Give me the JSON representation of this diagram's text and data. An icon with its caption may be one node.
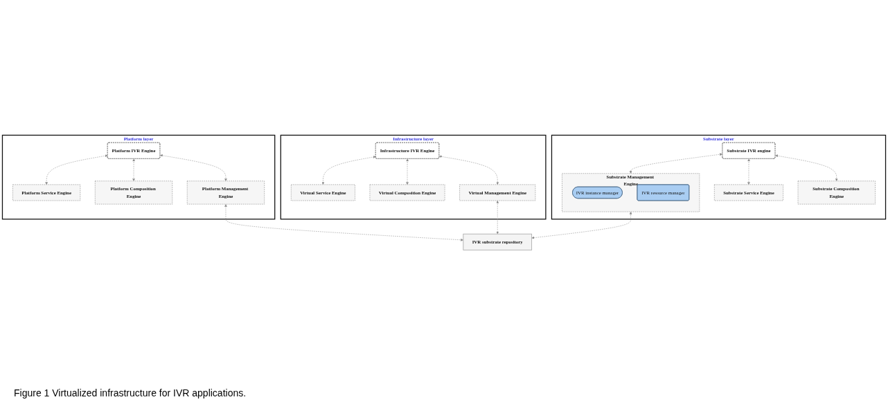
{
  "diagram": {
    "caption": "Figure 1 Virtualized infrastructure for IVR applications.",
    "nodes": [
      {
        "text": [
          "Platform layer"
        ]
      },
      {
        "text": [
          "Platform IVR Engine"
        ],
        "in": 0
      },
      {
        "text": [
          "Platform Service Engine"
        ],
        "in": 0
      },
      {
        "text": [
          "Platform Composition Engine"
        ],
        "in": 0
      },
      {
        "text": [
          "Platform Management Engine"
        ],
        "in": 0
      },
      {
        "text": [
          "Infrastructure layer"
        ]
      },
      {
        "text": [
          "Infrastructure IVR Engine"
        ],
        "in": 5
      },
      {
        "text": [
          "Virtual Service Engine"
        ],
        "in": 5
      },
      {
        "text": [
          "Virtual Composition Engine"
        ],
        "in": 5
      },
      {
        "text": [
          "Virtual Management Engine"
        ],
        "in": 5
      },
      {
        "text": [
          "Substrate layer"
        ]
      },
      {
        "text": [
          "Substrate IVR engine"
        ],
        "in": 10
      },
      {
        "text": [
          "Substrate Service Engine"
        ],
        "in": 10
      },
      {
        "text": [
          "Substrate Composition Engine"
        ],
        "in": 10
      },
      {
        "text": [
          "Substrate Management Engine"
        ],
        "in": 10
      },
      {
        "text": [
          "IVR instance manager"
        ],
        "in": 14
      },
      {
        "text": [
          "IVR resource manager"
        ],
        "in": 14
      },
      {
        "text": [
          "IVR substrate repository"
        ]
      }
    ],
    "edges": [
      {
        "from": 1,
        "to": 2,
        "arrow": "both",
        "style": "dashed"
      },
      {
        "from": 1,
        "to": 3,
        "arrow": "both",
        "style": "dashed"
      },
      {
        "from": 1,
        "to": 4,
        "arrow": "both",
        "style": "dashed"
      },
      {
        "from": 4,
        "to": 17,
        "arrow": "both",
        "style": "dashed"
      },
      {
        "from": 6,
        "to": 7,
        "arrow": "both",
        "style": "dashed"
      },
      {
        "from": 6,
        "to": 8,
        "arrow": "both",
        "style": "dashed"
      },
      {
        "from": 6,
        "to": 9,
        "arrow": "both",
        "style": "dashed"
      },
      {
        "from": 9,
        "to": 17,
        "arrow": "both",
        "style": "dashed"
      },
      {
        "from": 11,
        "to": 12,
        "arrow": "both",
        "style": "dashed"
      },
      {
        "from": 11,
        "to": 13,
        "arrow": "both",
        "style": "dashed"
      },
      {
        "from": 11,
        "to": 14,
        "arrow": "both",
        "style": "dashed"
      },
      {
        "from": 14,
        "to": 17,
        "arrow": "both",
        "style": "dashed"
      }
    ]
  }
}
